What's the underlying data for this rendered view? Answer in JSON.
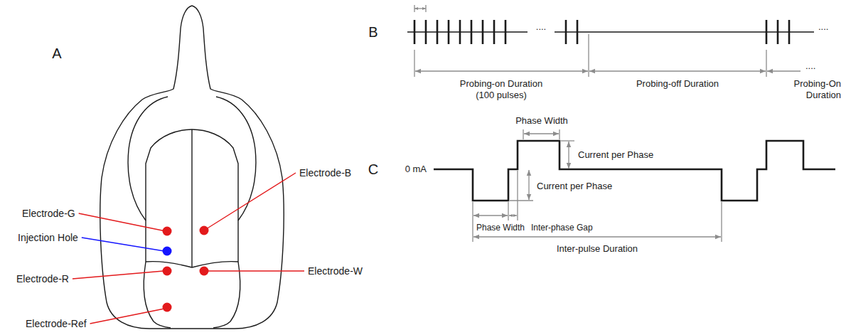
{
  "diagram": {
    "labels": [
      "A",
      "Electrode-G",
      "Injection Hole",
      "Electrode-R",
      "Electrode-Ref",
      "Electrode-B",
      "Electrode-W",
      "B",
      "....",
      "....",
      "Probing-on Duration (100 pulses)",
      "Probing-off Duration",
      "Probing-On Duration",
      "....",
      "C",
      "0 mA",
      "Phase Width",
      "Current per Phase",
      "Current per Phase",
      "Phase Width",
      "Inter-phase Gap",
      "Inter-pulse Duration"
    ]
  }
}
